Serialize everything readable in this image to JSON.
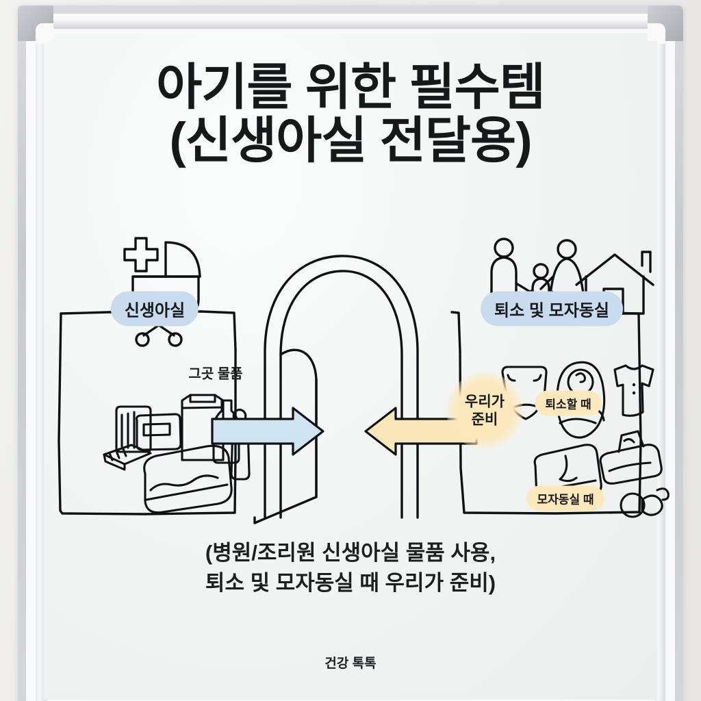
{
  "poster": {
    "title_line1": "아기를 위한 필수템",
    "title_line2": "(신생아실 전달용)",
    "caption_line1": "(병원/조리원 신생아실 물품 사용,",
    "caption_line2": "퇴소 및 모자동실 때 우리가 준비)",
    "footer": "건강 톡톡"
  },
  "left_panel": {
    "badge": "신생아실",
    "inline_label": "그곳 물품",
    "icon": "baby-stroller-medical-icon",
    "items": [
      "diaper-pack",
      "wipes-pack",
      "formula-pouch",
      "milk-bottle",
      "baby-bottle",
      "folded-blanket",
      "folded-towel"
    ]
  },
  "right_panel": {
    "badge": "퇴소 및 모자동실",
    "icon": "family-house-icon",
    "group_leave_label": "퇴소할 때",
    "group_leave_items": [
      "diaper",
      "swaddled-baby",
      "onesie-bodysuit"
    ],
    "group_rooming_label": "모자동실 때",
    "group_rooming_items": [
      "folded-blanket",
      "wet-wipes-pack",
      "pacifier"
    ]
  },
  "arrows": {
    "left_arrow_label": "그곳 물품",
    "left_arrow_direction": "right",
    "right_arrow_label_line1": "우리가",
    "right_arrow_label_line2": "준비",
    "right_arrow_direction": "left"
  },
  "colors": {
    "badge_blue": "#c8dcee",
    "badge_cream": "#fbe9bd",
    "arrow_blue": "#cfe4f2",
    "arrow_cream": "#f8e7b9",
    "ink": "#101114",
    "board": "#f3f5f5"
  }
}
